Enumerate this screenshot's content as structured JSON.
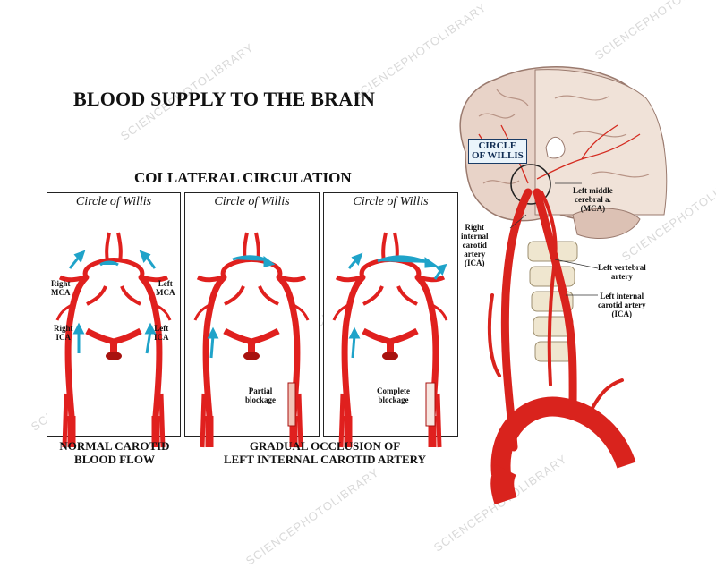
{
  "title": "BLOOD SUPPLY TO THE BRAIN",
  "subtitle": "COLLATERAL CIRCULATION",
  "panels": [
    {
      "heading": "Circle of Willis"
    },
    {
      "heading": "Circle of Willis"
    },
    {
      "heading": "Circle of Willis"
    }
  ],
  "labels": {
    "right_mca": "Right\nMCA",
    "left_mca": "Left\nMCA",
    "right_ica": "Right\nICA",
    "left_ica": "Left\nICA",
    "partial_blockage": "Partial\nblockage",
    "complete_blockage": "Complete\nblockage"
  },
  "captions": {
    "normal": "NORMAL CAROTID\nBLOOD FLOW",
    "occlusion": "GRADUAL OCCLUSION OF\nLEFT INTERNAL CAROTID ARTERY"
  },
  "anatomy_labels": {
    "circle_of_willis": "CIRCLE\nOF WILLIS",
    "left_mca": "Left middle\ncerebral a.\n(MCA)",
    "right_ica": "Right\ninternal\ncarotid\nartery\n(ICA)",
    "left_vertebral": "Left vertebral\nartery",
    "left_ica": "Left internal\ncarotid artery\n(ICA)"
  },
  "watermark": "SCIENCEPHOTOLIBRARY",
  "colors": {
    "artery": "#e0201e",
    "artery_dark": "#a8120f",
    "flow_arrow": "#1fa3c9",
    "brain": "#e6cfc4",
    "bone": "#efe6cf"
  }
}
